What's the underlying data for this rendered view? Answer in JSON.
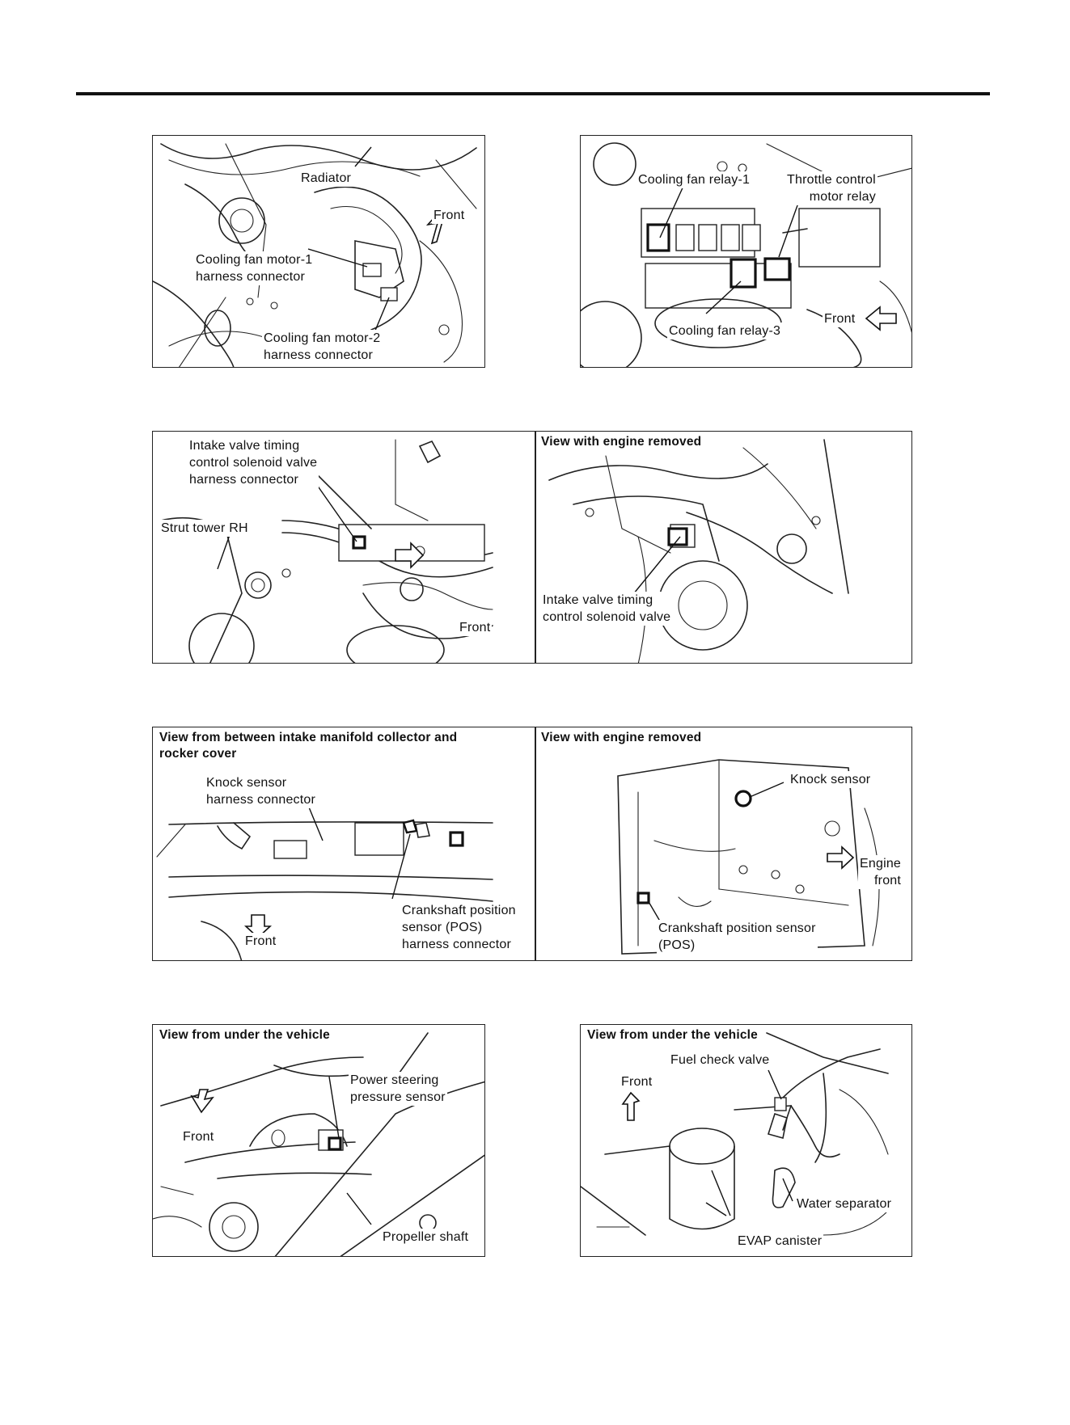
{
  "panel1": {
    "radiator": "Radiator",
    "front": "Front",
    "motor1": "Cooling fan motor-1\nharness connector",
    "motor2": "Cooling fan motor-2\nharness connector"
  },
  "panel2": {
    "relay1": "Cooling fan relay-1",
    "throttle": "Throttle control\nmotor relay",
    "front": "Front",
    "relay3": "Cooling fan relay-3"
  },
  "panel3": {
    "ivt_conn": "Intake valve timing\ncontrol solenoid valve\nharness connector",
    "strut": "Strut tower RH",
    "front": "Front",
    "header_right": "View with engine removed",
    "ivt_valve": "Intake valve timing\ncontrol solenoid valve"
  },
  "panel4": {
    "header_left": "View from between intake manifold collector and\nrocker cover",
    "knock_conn": "Knock sensor\nharness connector",
    "crank_conn": "Crankshaft position\nsensor (POS)\nharness connector",
    "front": "Front",
    "header_right": "View with engine removed",
    "knock": "Knock sensor",
    "engine_front": "Engine\nfront",
    "crank": "Crankshaft position sensor\n(POS)"
  },
  "panel5": {
    "header": "View from under the vehicle",
    "ps_sensor": "Power steering\npressure sensor",
    "front": "Front",
    "prop": "Propeller shaft"
  },
  "panel6": {
    "header": "View from under the vehicle",
    "fuel_check": "Fuel check valve",
    "front": "Front",
    "water_sep": "Water separator",
    "evap": "EVAP canister"
  }
}
